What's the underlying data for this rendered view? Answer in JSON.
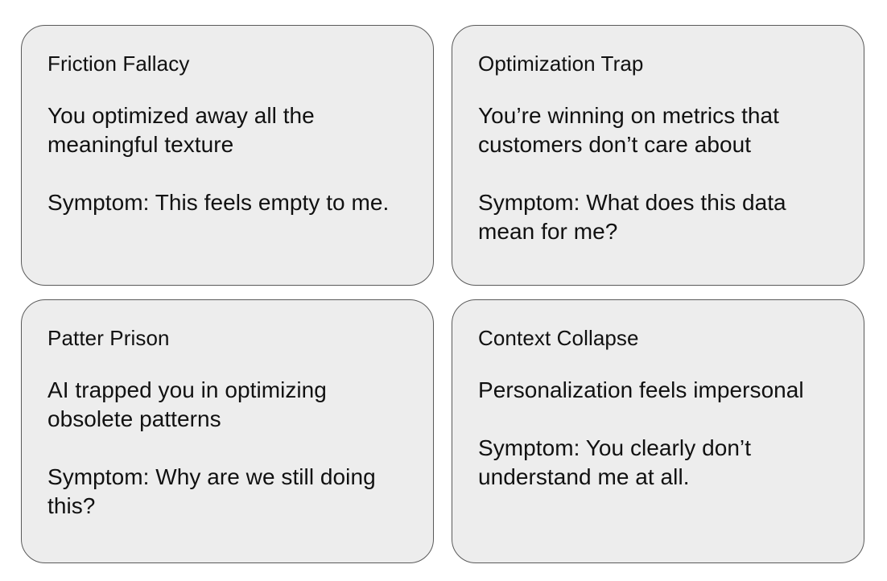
{
  "page": {
    "background_color": "#ffffff",
    "card_fill_color": "#ededed",
    "card_border_color": "#5a5a5a",
    "text_color": "#111111",
    "layout": "2x2-card-grid"
  },
  "cards": [
    {
      "id": "friction-fallacy",
      "title": "Friction Fallacy",
      "description": "You optimized away all the meaningful texture",
      "symptom": "Symptom: This feels empty to me."
    },
    {
      "id": "optimization-trap",
      "title": "Optimization Trap",
      "description": "You’re winning on metrics that customers don’t care about",
      "symptom": "Symptom: What does this data mean for me?"
    },
    {
      "id": "patter-prison",
      "title": "Patter Prison",
      "description": "AI trapped you in optimizing obsolete patterns",
      "symptom": "Symptom: Why are we still doing this?"
    },
    {
      "id": "context-collapse",
      "title": "Context Collapse",
      "description": "Personalization feels impersonal",
      "symptom": "Symptom: You clearly don’t understand me at all."
    }
  ]
}
